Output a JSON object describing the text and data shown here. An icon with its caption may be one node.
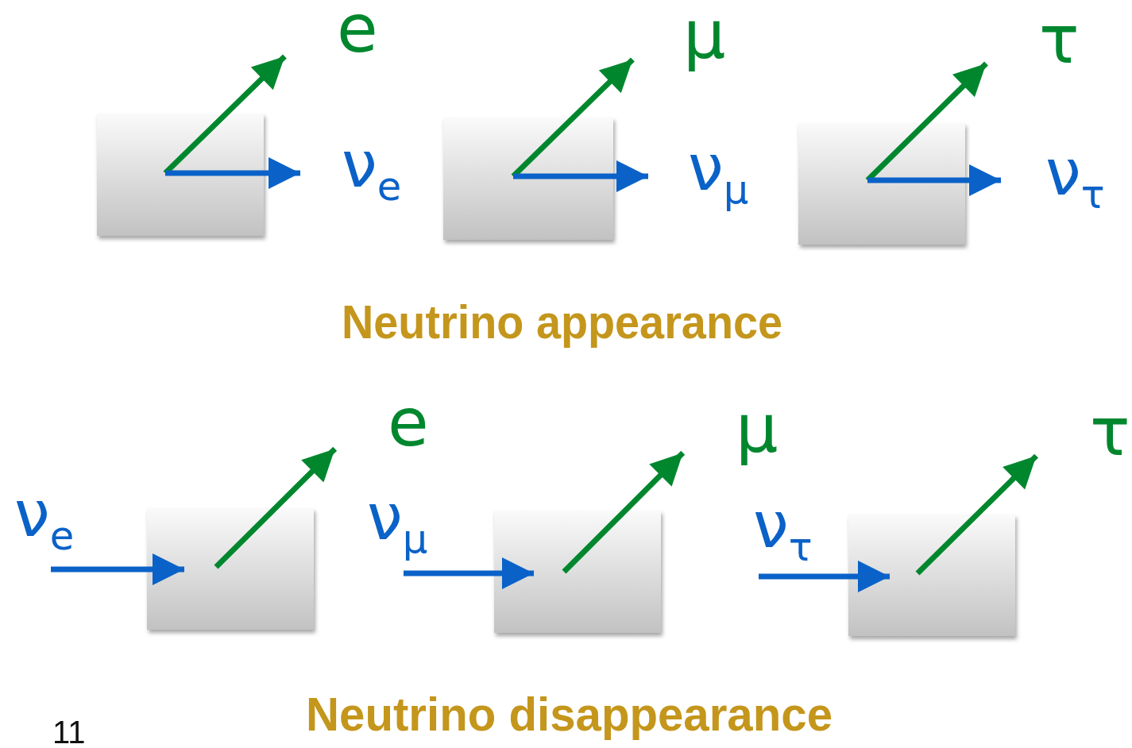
{
  "diagram": {
    "nodes": [
      {
        "text": [],
        "shape": "box"
      },
      {
        "text": [
          "e"
        ]
      },
      {
        "text": [
          "ν$_{e}$"
        ]
      },
      {
        "text": [],
        "shape": "box"
      },
      {
        "text": [
          "μ"
        ]
      },
      {
        "text": [
          "ν$_{μ}$"
        ]
      },
      {
        "text": [],
        "shape": "box"
      },
      {
        "text": [
          "τ"
        ]
      },
      {
        "text": [
          "ν$_{τ}$"
        ]
      },
      {
        "text": [
          "ν$_{e}$"
        ]
      },
      {
        "text": [],
        "shape": "box"
      },
      {
        "text": [
          "e"
        ]
      },
      {
        "text": [
          "ν$_{μ}$"
        ]
      },
      {
        "text": [],
        "shape": "box"
      },
      {
        "text": [
          "μ"
        ]
      },
      {
        "text": [
          "ν$_{τ}$"
        ]
      },
      {
        "text": [],
        "shape": "box"
      },
      {
        "text": [
          "τ"
        ]
      }
    ],
    "edges": [
      {
        "from": 0,
        "to": 1,
        "arrow": "to",
        "color": "#00872e"
      },
      {
        "from": 0,
        "to": 2,
        "arrow": "to",
        "color": "#0a62c8"
      },
      {
        "from": 3,
        "to": 4,
        "arrow": "to",
        "color": "#00872e"
      },
      {
        "from": 3,
        "to": 5,
        "arrow": "to",
        "color": "#0a62c8"
      },
      {
        "from": 6,
        "to": 7,
        "arrow": "to",
        "color": "#00872e"
      },
      {
        "from": 6,
        "to": 8,
        "arrow": "to",
        "color": "#0a62c8"
      },
      {
        "from": 9,
        "to": 10,
        "arrow": "to",
        "color": "#0a62c8"
      },
      {
        "from": 10,
        "to": 11,
        "arrow": "to",
        "color": "#00872e"
      },
      {
        "from": 12,
        "to": 13,
        "arrow": "to",
        "color": "#0a62c8"
      },
      {
        "from": 13,
        "to": 14,
        "arrow": "to",
        "color": "#00872e"
      },
      {
        "from": 15,
        "to": 16,
        "arrow": "to",
        "color": "#0a62c8"
      },
      {
        "from": 16,
        "to": 17,
        "arrow": "to",
        "color": "#00872e"
      }
    ],
    "labels": [
      "Neutrino appearance",
      "Neutrino disappearance",
      "11"
    ]
  }
}
